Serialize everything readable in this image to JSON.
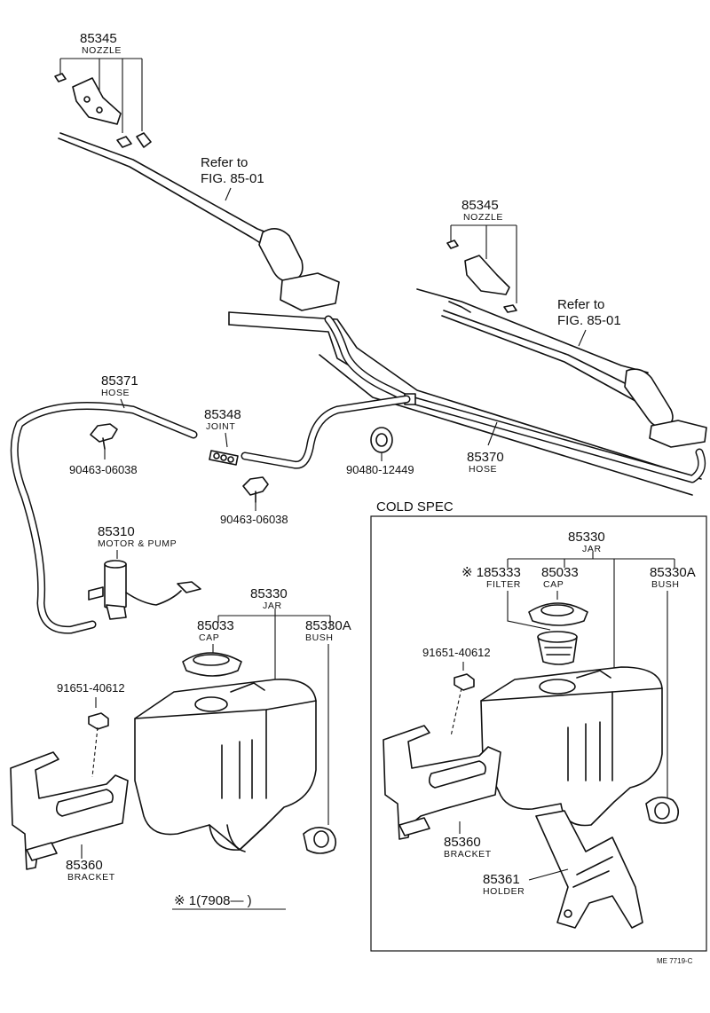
{
  "diagram": {
    "top_left_nozzle": {
      "part_no": "85345",
      "name": "NOZZLE"
    },
    "top_left_refer": {
      "line1": "Refer to",
      "line2": "FIG. 85-01"
    },
    "right_nozzle": {
      "part_no": "85345",
      "name": "NOZZLE"
    },
    "right_refer": {
      "line1": "Refer to",
      "line2": "FIG. 85-01"
    },
    "hose_85371": {
      "part_no": "85371",
      "name": "HOSE"
    },
    "joint": {
      "part_no": "85348",
      "name": "JOINT"
    },
    "clip_a": {
      "part_no": "90463-06038"
    },
    "clip_b": {
      "part_no": "90463-06038"
    },
    "grommet": {
      "part_no": "90480-12449"
    },
    "hose_85370": {
      "part_no": "85370",
      "name": "HOSE"
    },
    "motor_pump": {
      "part_no": "85310",
      "name": "MOTOR & PUMP"
    },
    "jar": {
      "part_no": "85330",
      "name": "JAR"
    },
    "cap": {
      "part_no": "85033",
      "name": "CAP"
    },
    "bush": {
      "part_no": "85330A",
      "name": "BUSH"
    },
    "bolt": {
      "part_no": "91651-40612"
    },
    "bracket": {
      "part_no": "85360",
      "name": "BRACKET"
    },
    "footnote": "※ 1(7908—        )",
    "cold_spec": {
      "title": "COLD SPEC",
      "jar": {
        "part_no": "85330",
        "name": "JAR"
      },
      "filter": {
        "part_no": "※ 185333",
        "name": "FILTER"
      },
      "cap": {
        "part_no": "85033",
        "name": "CAP"
      },
      "bush": {
        "part_no": "85330A",
        "name": "BUSH"
      },
      "bolt": {
        "part_no": "91651-40612"
      },
      "bracket": {
        "part_no": "85360",
        "name": "BRACKET"
      },
      "holder": {
        "part_no": "85361",
        "name": "HOLDER"
      }
    },
    "figure_code": "ME  7719-C"
  }
}
